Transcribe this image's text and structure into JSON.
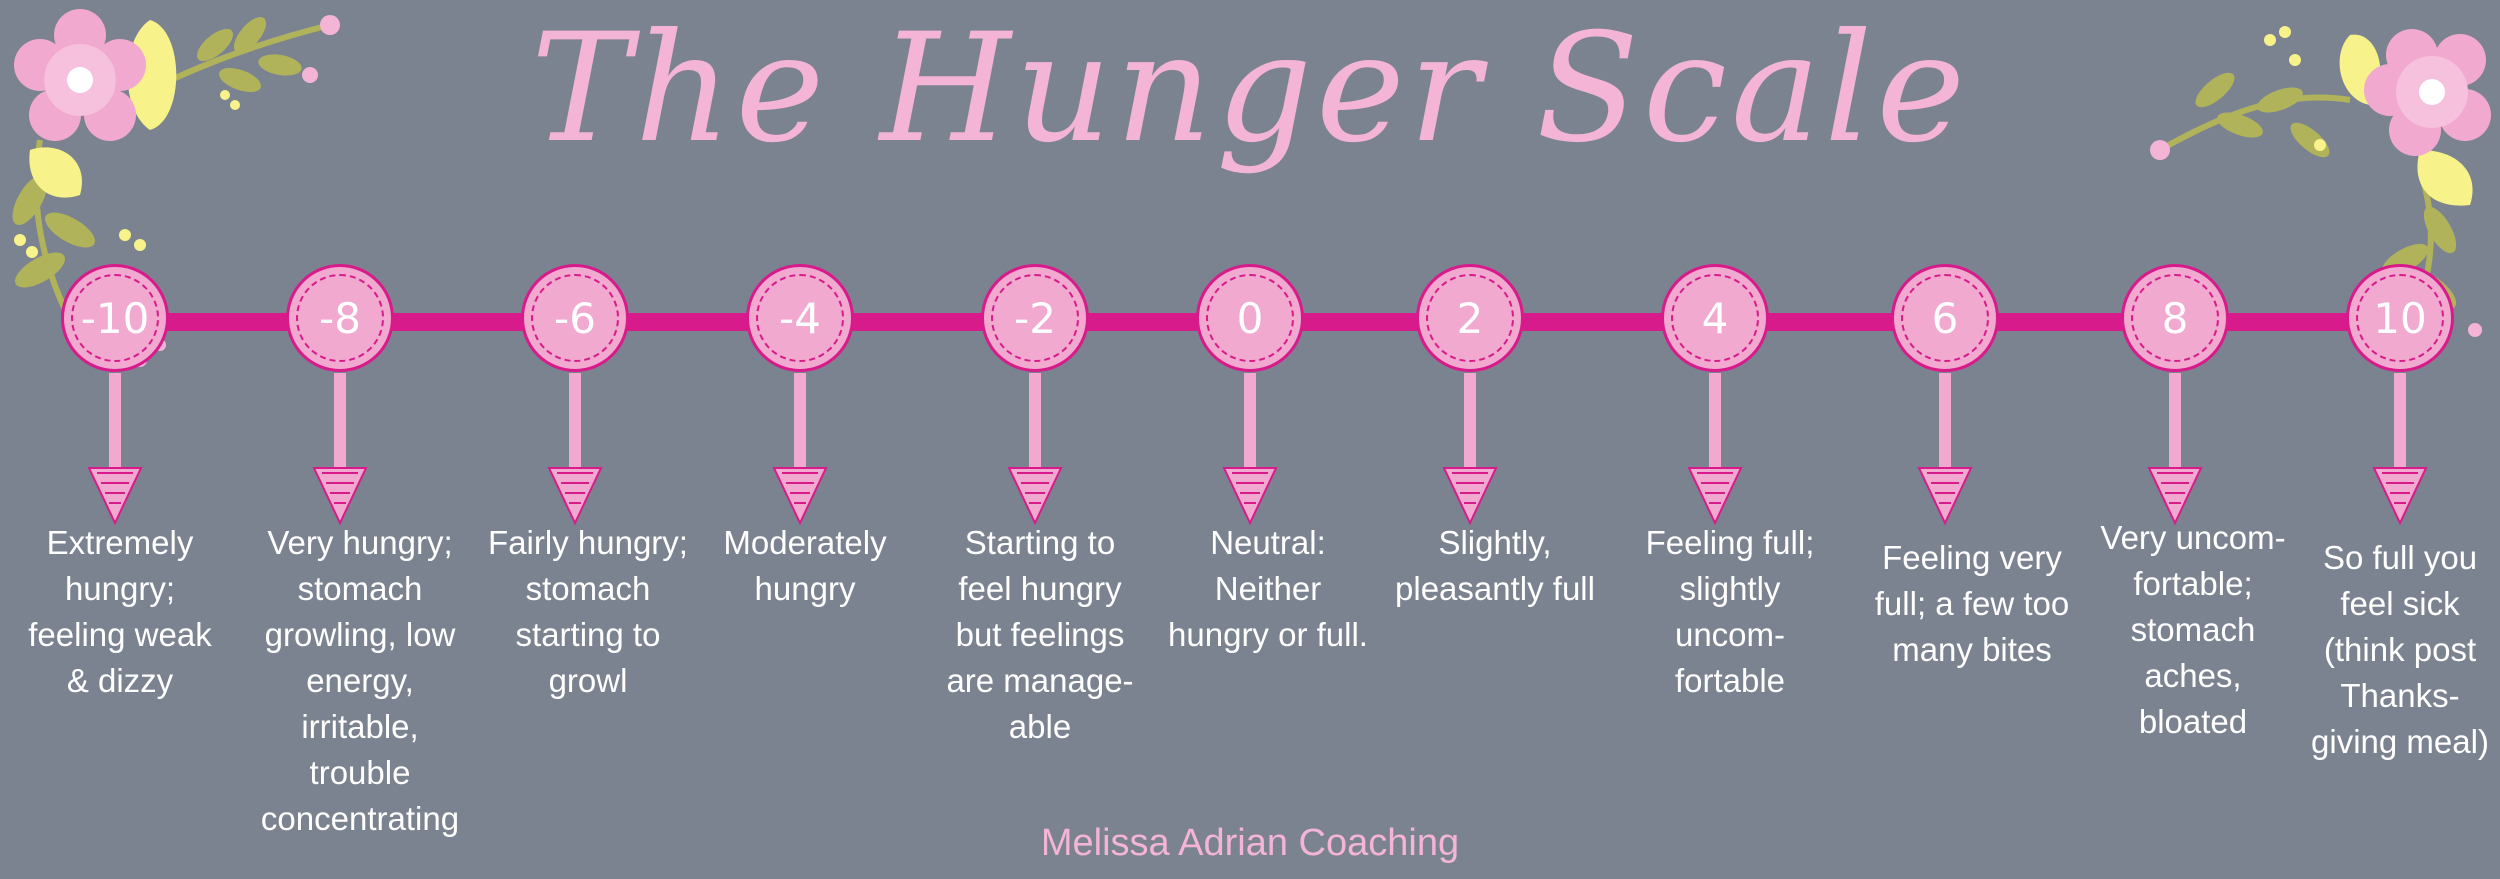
{
  "title": "The Hunger Scale",
  "credit": "Melissa Adrian Coaching",
  "colors": {
    "background": "#7b8390",
    "line": "#d81b8b",
    "badge": "#f2a9cf",
    "title": "#f3b4d6"
  },
  "levels": [
    {
      "value": "-10",
      "description": "Extremely hungry; feeling weak & dizzy"
    },
    {
      "value": "-8",
      "description": "Very hungry; stomach growling, low energy, irritable, trouble concentrating"
    },
    {
      "value": "-6",
      "description": "Fairly hungry; stomach starting to growl"
    },
    {
      "value": "-4",
      "description": "Moderately hungry"
    },
    {
      "value": "-2",
      "description": "Starting to feel hungry but feelings are manage-able"
    },
    {
      "value": "0",
      "description": "Neutral: Neither hungry or full."
    },
    {
      "value": "2",
      "description": "Slightly, pleasantly full"
    },
    {
      "value": "4",
      "description": "Feeling full; slightly uncom-fortable"
    },
    {
      "value": "6",
      "description": "Feeling very full; a few too many bites"
    },
    {
      "value": "8",
      "description": "Very uncom-fortable; stomach aches, bloated"
    },
    {
      "value": "10",
      "description": "So full you feel sick (think post Thanks-giving meal)"
    }
  ]
}
